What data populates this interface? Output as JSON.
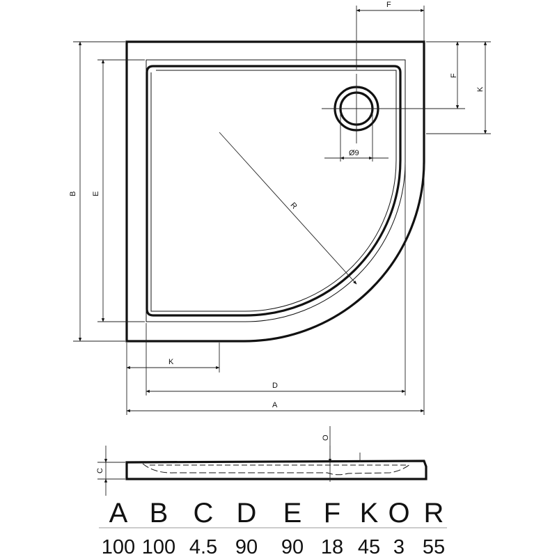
{
  "plan_labels": {
    "f_top": "F",
    "f_right": "F",
    "k_right": "K",
    "drain_diameter": "Ø9",
    "radius": "R",
    "b": "B",
    "e": "E",
    "k_bottom": "K",
    "d": "D",
    "a": "A"
  },
  "profile_labels": {
    "c": "C",
    "o": "O"
  },
  "dimension_table": {
    "headers": [
      "A",
      "B",
      "C",
      "D",
      "E",
      "F",
      "K",
      "O",
      "R"
    ],
    "values": [
      "100",
      "100",
      "4.5",
      "90",
      "90",
      "18",
      "45",
      "3",
      "55"
    ]
  }
}
